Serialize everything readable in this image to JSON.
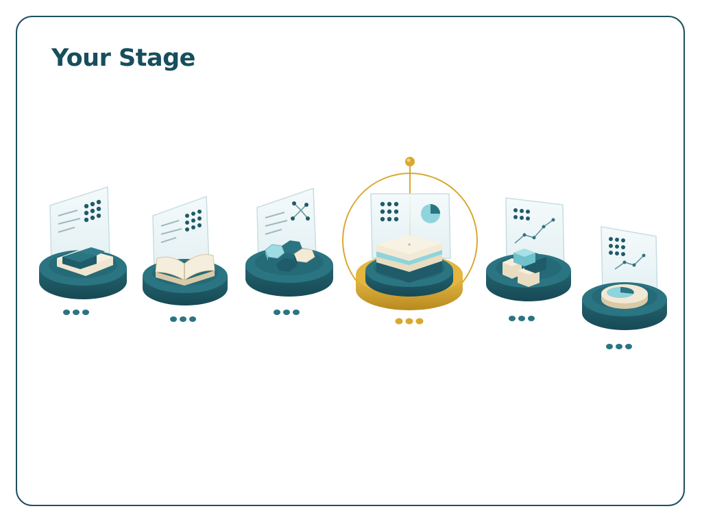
{
  "card": {
    "title": "Your Stage"
  },
  "colors": {
    "teal_dark": "#1f5b69",
    "teal_mid": "#2b7482",
    "teal_light": "#8fd4dc",
    "cream": "#f1e8d5",
    "gold": "#d9a830",
    "frame_border": "#1d4f5f"
  },
  "stages": [
    {
      "name": "stage-1",
      "icon": "blocks-icon",
      "progress_dots": 3,
      "active": false
    },
    {
      "name": "stage-2",
      "icon": "open-book-icon",
      "progress_dots": 3,
      "active": false
    },
    {
      "name": "stage-3",
      "icon": "hexagons-icon",
      "progress_dots": 3,
      "active": false
    },
    {
      "name": "stage-4",
      "icon": "layered-tile-icon",
      "progress_dots": 3,
      "active": true
    },
    {
      "name": "stage-5",
      "icon": "stacked-cubes-icon",
      "progress_dots": 3,
      "active": false
    },
    {
      "name": "stage-6",
      "icon": "pie-chart-icon",
      "progress_dots": 3,
      "active": false
    }
  ]
}
